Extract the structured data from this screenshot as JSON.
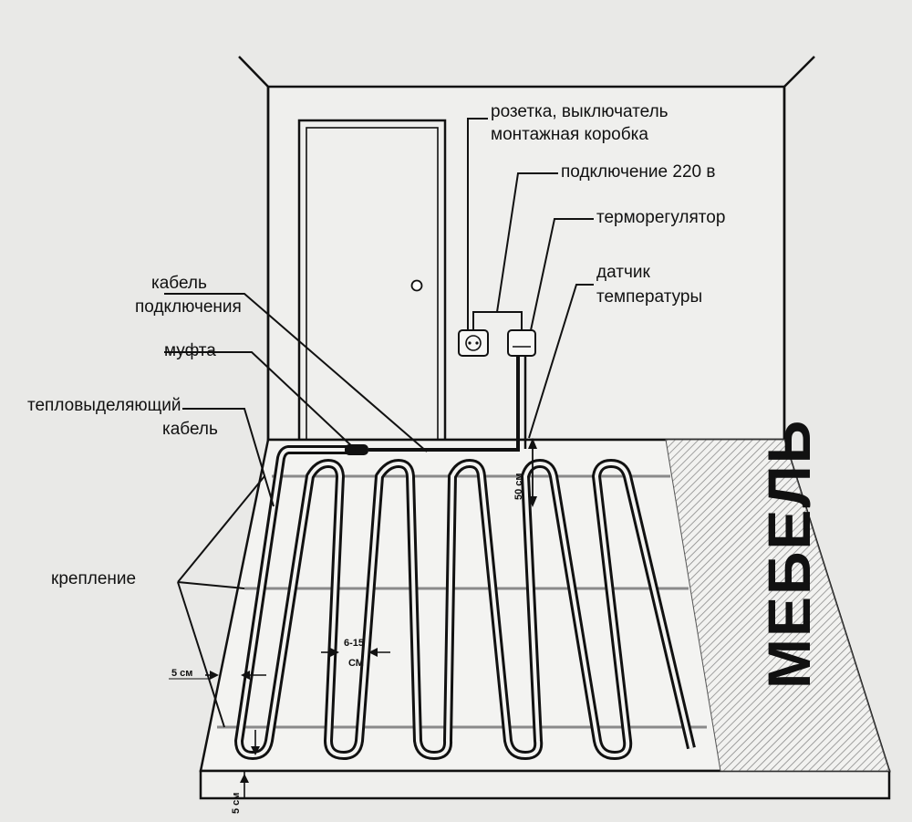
{
  "labels": {
    "socket_switch": "розетка, выключатель",
    "junction_box": "монтажная коробка",
    "power_220": "подключение 220 в",
    "thermostat": "терморегулятор",
    "sensor_line1": "датчик",
    "sensor_line2": "температуры",
    "connection_cable_line1": "кабель",
    "connection_cable_line2": "подключения",
    "coupling": "муфта",
    "heating_cable_line1": "тепловыделяющий",
    "heating_cable_line2": "кабель",
    "fastening": "крепление",
    "furniture": "МЕБЕЛЬ"
  },
  "dimensions": {
    "wall_offset": "5 см",
    "loop_spacing_line1": "6-15",
    "loop_spacing_line2": "СМ",
    "sensor_offset": "50 см",
    "bottom_offset": "5 см"
  },
  "colors": {
    "paper": "#e9e9e7",
    "ink": "#111111",
    "fastening_strip": "#8a8a8a"
  },
  "icons": [
    "socket-icon",
    "thermostat-icon",
    "door-knob-icon"
  ]
}
